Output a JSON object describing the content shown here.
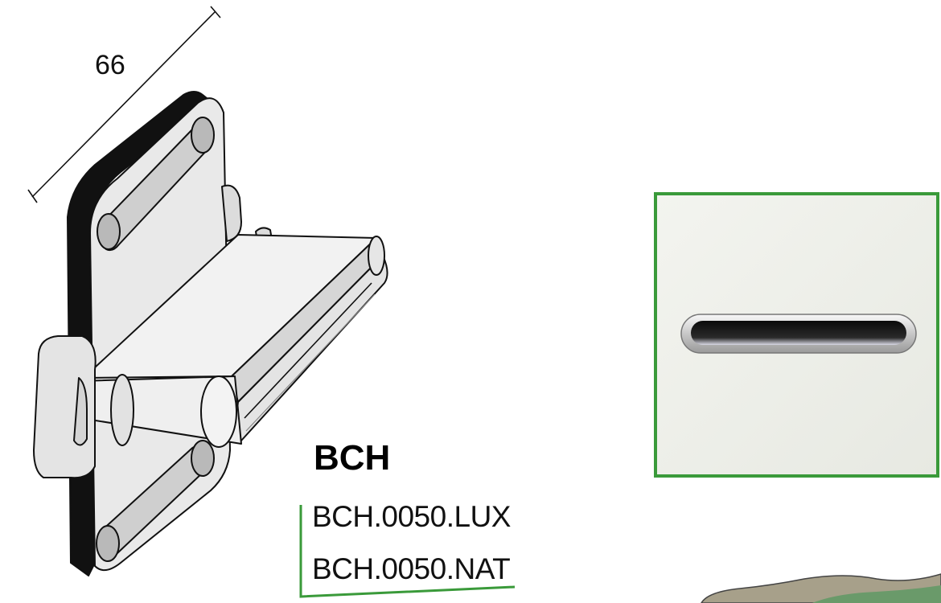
{
  "dimension": {
    "value": "66"
  },
  "product": {
    "title": "BCH",
    "codes": [
      "BCH.0050.LUX",
      "BCH.0050.NAT"
    ]
  },
  "colors": {
    "accent_green": "#3a9a3a",
    "line_dark": "#111111",
    "metal_light": "#eeeeee",
    "metal_shadow": "#cfcfcf"
  }
}
